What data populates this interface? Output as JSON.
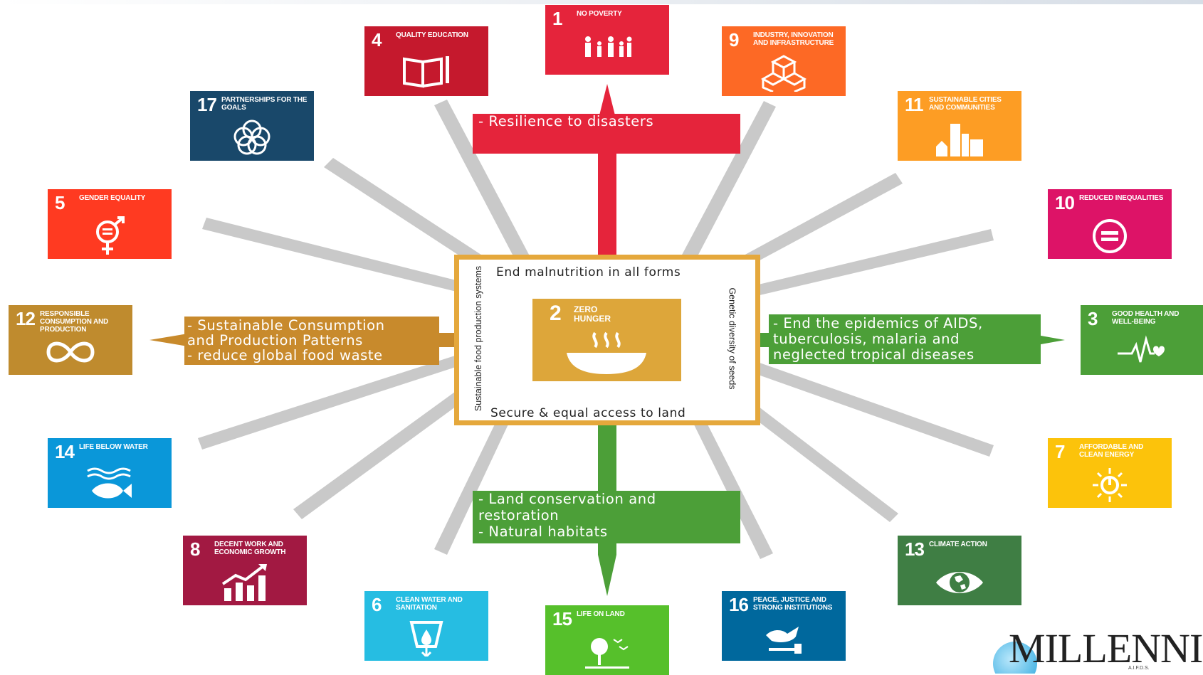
{
  "colors": {
    "center_gold": "#dda63a",
    "frame_gold": "#e5a83c",
    "ray_gray": "#c8c8c8",
    "red_arrow": "#e5243b",
    "green_arrow": "#4c9f38",
    "orange_arrow": "#c88a2c",
    "health_green": "#4c9f38"
  },
  "tiles": {
    "g1": {
      "num": "1",
      "title": "No poverty",
      "color": "#e5243b",
      "icon": "family-icon"
    },
    "g4": {
      "num": "4",
      "title": "Quality education",
      "color": "#c5192d",
      "icon": "book-pencil-icon"
    },
    "g9": {
      "num": "9",
      "title": "Industry, innovation and infrastructure",
      "color": "#fd6925",
      "icon": "cubes-icon"
    },
    "g17": {
      "num": "17",
      "title": "Partnerships for the goals",
      "color": "#19486a",
      "icon": "rings-icon"
    },
    "g11": {
      "num": "11",
      "title": "Sustainable cities and communities",
      "color": "#fd9d24",
      "icon": "city-icon"
    },
    "g5": {
      "num": "5",
      "title": "Gender equality",
      "color": "#ff3a21",
      "icon": "gender-equality-icon"
    },
    "g10": {
      "num": "10",
      "title": "Reduced inequalities",
      "color": "#dd1367",
      "icon": "equals-circle-icon"
    },
    "g12": {
      "num": "12",
      "title": "Responsible consumption and production",
      "color": "#bf8b2e",
      "icon": "infinity-icon"
    },
    "g3": {
      "num": "3",
      "title": "Good health and well-being",
      "color": "#4c9f38",
      "icon": "heartbeat-icon"
    },
    "g14": {
      "num": "14",
      "title": "Life below water",
      "color": "#0a97d9",
      "icon": "fish-icon"
    },
    "g7": {
      "num": "7",
      "title": "Affordable and clean energy",
      "color": "#fcc30b",
      "icon": "sun-power-icon"
    },
    "g8": {
      "num": "8",
      "title": "Decent work and economic growth",
      "color": "#a21942",
      "icon": "growth-chart-icon"
    },
    "g13": {
      "num": "13",
      "title": "Climate action",
      "color": "#3f7e44",
      "icon": "earth-eye-icon"
    },
    "g6": {
      "num": "6",
      "title": "Clean water and sanitation",
      "color": "#26bde2",
      "icon": "water-drop-icon"
    },
    "g15": {
      "num": "15",
      "title": "Life on land",
      "color": "#56c02b",
      "icon": "tree-birds-icon"
    },
    "g16": {
      "num": "16",
      "title": "Peace, justice and strong institutions",
      "color": "#00689d",
      "icon": "dove-gavel-icon"
    }
  },
  "center": {
    "num": "2",
    "title": "Zero hunger",
    "icon": "bowl-icon"
  },
  "frame": {
    "top": "End malnutrition in all forms",
    "bottom": "Secure & equal access to land",
    "left": "Sustainable food production systems",
    "right": "Genetic diversity of seeds"
  },
  "callouts": {
    "top": "- Resilience to disasters",
    "left": "- Sustainable Consumption\nand Production Patterns\n- reduce global food waste",
    "right": "- End the epidemics of AIDS,\ntuberculosis, malaria and\nneglected tropical diseases",
    "bottom": "- Land conservation and\n  restoration\n- Natural habitats"
  },
  "logo": {
    "text": "MILLENNIU",
    "sub": "A.I.F.D.S."
  }
}
